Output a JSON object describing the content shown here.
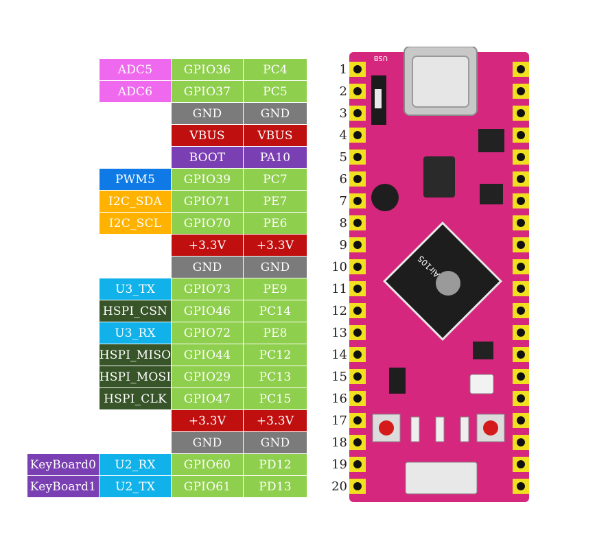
{
  "colors": {
    "green": "#8fcf4e",
    "gray": "#7b7b7b",
    "red": "#c00f0f",
    "purple": "#7a3fb2",
    "pink": "#ee69ee",
    "blue": "#0f7ae5",
    "orange": "#ffb300",
    "cyan": "#11b2ea",
    "darkgreen": "#38552a",
    "board": "#d5277d"
  },
  "rows": [
    {
      "pin": "1",
      "alt": "",
      "alt_color": "",
      "func": "ADC5",
      "func_color": "pink",
      "gpio": "GPIO36",
      "gpio_color": "green",
      "port": "PC4",
      "port_color": "green"
    },
    {
      "pin": "2",
      "alt": "",
      "alt_color": "",
      "func": "ADC6",
      "func_color": "pink",
      "gpio": "GPIO37",
      "gpio_color": "green",
      "port": "PC5",
      "port_color": "green"
    },
    {
      "pin": "3",
      "alt": "",
      "alt_color": "",
      "func": "",
      "func_color": "",
      "gpio": "GND",
      "gpio_color": "gray",
      "port": "GND",
      "port_color": "gray"
    },
    {
      "pin": "4",
      "alt": "",
      "alt_color": "",
      "func": "",
      "func_color": "",
      "gpio": "VBUS",
      "gpio_color": "red",
      "port": "VBUS",
      "port_color": "red"
    },
    {
      "pin": "5",
      "alt": "",
      "alt_color": "",
      "func": "",
      "func_color": "",
      "gpio": "BOOT",
      "gpio_color": "purple",
      "port": "PA10",
      "port_color": "purple"
    },
    {
      "pin": "6",
      "alt": "",
      "alt_color": "",
      "func": "PWM5",
      "func_color": "blue",
      "gpio": "GPIO39",
      "gpio_color": "green",
      "port": "PC7",
      "port_color": "green"
    },
    {
      "pin": "7",
      "alt": "",
      "alt_color": "",
      "func": "I2C_SDA",
      "func_color": "orange",
      "gpio": "GPIO71",
      "gpio_color": "green",
      "port": "PE7",
      "port_color": "green"
    },
    {
      "pin": "8",
      "alt": "",
      "alt_color": "",
      "func": "I2C_SCL",
      "func_color": "orange",
      "gpio": "GPIO70",
      "gpio_color": "green",
      "port": "PE6",
      "port_color": "green"
    },
    {
      "pin": "9",
      "alt": "",
      "alt_color": "",
      "func": "",
      "func_color": "",
      "gpio": "+3.3V",
      "gpio_color": "red",
      "port": "+3.3V",
      "port_color": "red"
    },
    {
      "pin": "10",
      "alt": "",
      "alt_color": "",
      "func": "",
      "func_color": "",
      "gpio": "GND",
      "gpio_color": "gray",
      "port": "GND",
      "port_color": "gray"
    },
    {
      "pin": "11",
      "alt": "",
      "alt_color": "",
      "func": "U3_TX",
      "func_color": "cyan",
      "gpio": "GPIO73",
      "gpio_color": "green",
      "port": "PE9",
      "port_color": "green"
    },
    {
      "pin": "12",
      "alt": "",
      "alt_color": "",
      "func": "HSPI_CSN",
      "func_color": "darkgreen",
      "gpio": "GPIO46",
      "gpio_color": "green",
      "port": "PC14",
      "port_color": "green"
    },
    {
      "pin": "13",
      "alt": "",
      "alt_color": "",
      "func": "U3_RX",
      "func_color": "cyan",
      "gpio": "GPIO72",
      "gpio_color": "green",
      "port": "PE8",
      "port_color": "green"
    },
    {
      "pin": "14",
      "alt": "",
      "alt_color": "",
      "func": "HSPI_MISO",
      "func_color": "darkgreen",
      "gpio": "GPIO44",
      "gpio_color": "green",
      "port": "PC12",
      "port_color": "green"
    },
    {
      "pin": "15",
      "alt": "",
      "alt_color": "",
      "func": "HSPI_MOSI",
      "func_color": "darkgreen",
      "gpio": "GPIO29",
      "gpio_color": "green",
      "port": "PC13",
      "port_color": "green"
    },
    {
      "pin": "16",
      "alt": "",
      "alt_color": "",
      "func": "HSPI_CLK",
      "func_color": "darkgreen",
      "gpio": "GPIO47",
      "gpio_color": "green",
      "port": "PC15",
      "port_color": "green"
    },
    {
      "pin": "17",
      "alt": "",
      "alt_color": "",
      "func": "",
      "func_color": "",
      "gpio": "+3.3V",
      "gpio_color": "red",
      "port": "+3.3V",
      "port_color": "red"
    },
    {
      "pin": "18",
      "alt": "",
      "alt_color": "",
      "func": "",
      "func_color": "",
      "gpio": "GND",
      "gpio_color": "gray",
      "port": "GND",
      "port_color": "gray"
    },
    {
      "pin": "19",
      "alt": "KeyBoard0",
      "alt_color": "purple",
      "func": "U2_RX",
      "func_color": "cyan",
      "gpio": "GPIO60",
      "gpio_color": "green",
      "port": "PD12",
      "port_color": "green"
    },
    {
      "pin": "20",
      "alt": "KeyBoard1",
      "alt_color": "purple",
      "func": "U2_TX",
      "func_color": "cyan",
      "gpio": "GPIO61",
      "gpio_color": "green",
      "port": "PD13",
      "port_color": "green"
    }
  ],
  "board": {
    "usb_label": "USB",
    "chip_label": "Air105"
  }
}
